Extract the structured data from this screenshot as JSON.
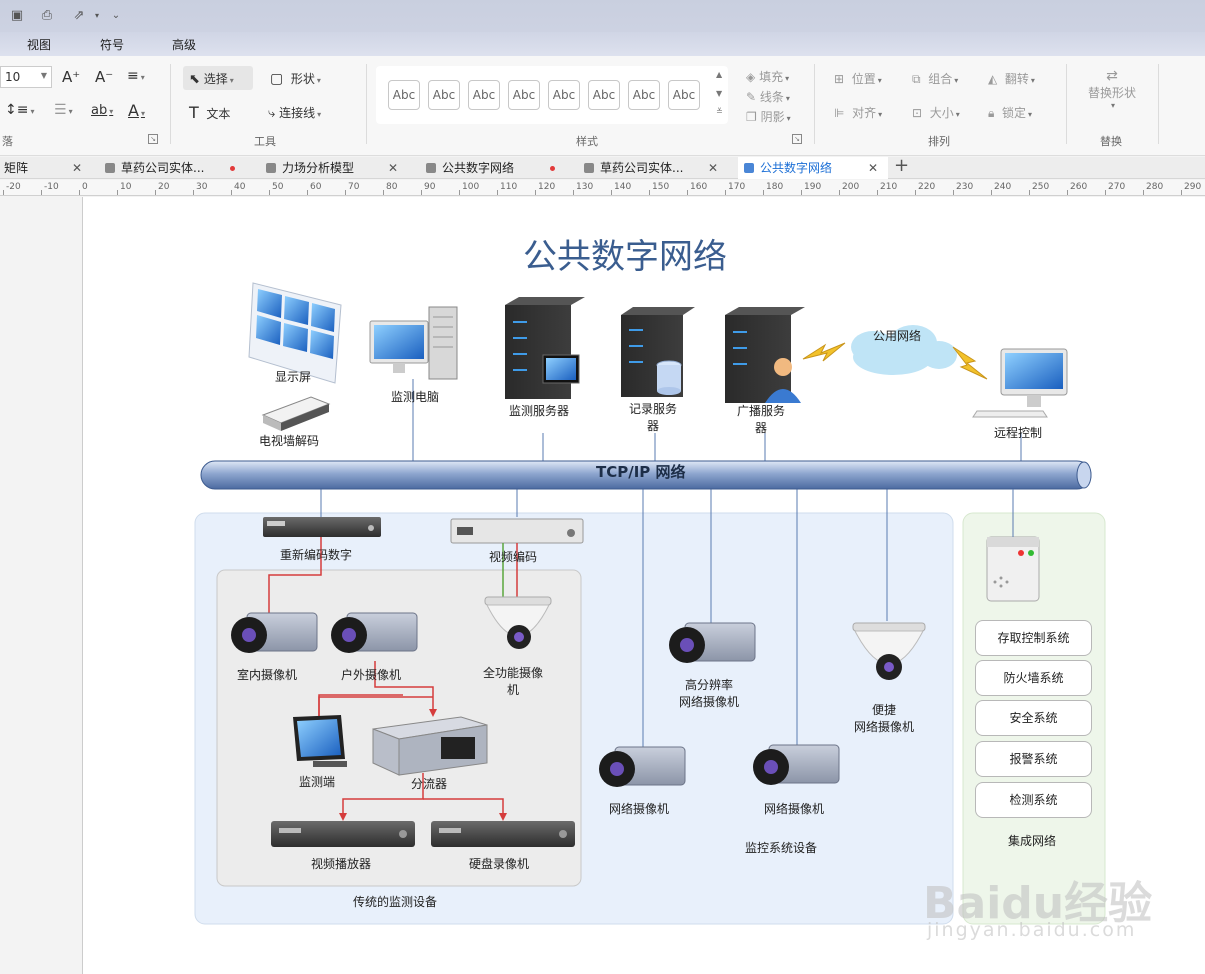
{
  "menu": {
    "tabs": [
      "视图",
      "符号",
      "高级"
    ]
  },
  "ribbon": {
    "font_size": "10",
    "select_label": "选择",
    "text_label": "文本",
    "shape_label": "形状",
    "connector_label": "连接线",
    "tools_group": "工具",
    "styles_group": "样式",
    "paragraph_group": "落",
    "arrange_group": "排列",
    "replace_group": "替换",
    "style_samples": [
      "Abc",
      "Abc",
      "Abc",
      "Abc",
      "Abc",
      "Abc",
      "Abc",
      "Abc"
    ],
    "fill": "填充",
    "line": "线条",
    "shadow": "阴影",
    "position": "位置",
    "align": "对齐",
    "group": "组合",
    "size": "大小",
    "flip": "翻转",
    "lock": "锁定",
    "replace_shape": "替换形状"
  },
  "doc_tabs": [
    {
      "label": "矩阵"
    },
    {
      "label": "草药公司实体..."
    },
    {
      "label": "力场分析模型"
    },
    {
      "label": "公共数字网络"
    },
    {
      "label": "草药公司实体..."
    },
    {
      "label": "公共数字网络"
    }
  ],
  "ruler": [
    "-20",
    "-10",
    "0",
    "10",
    "20",
    "30",
    "40",
    "50",
    "60",
    "70",
    "80",
    "90",
    "100",
    "110",
    "120",
    "130",
    "140",
    "150",
    "160",
    "170",
    "180",
    "190",
    "200",
    "210",
    "220",
    "230",
    "240",
    "250",
    "260",
    "270",
    "280",
    "290"
  ],
  "diagram": {
    "title": "公共数字网络",
    "backbone": "TCP/IP 网络",
    "cloud": "公用网络",
    "top_nodes": {
      "display": "显示屏",
      "tv_decoder": "电视墙解码",
      "monitor_pc": "监测电脑",
      "monitor_server": "监测服务器",
      "record_server": "记录服务\n器",
      "broadcast_server": "广播服务\n器",
      "remote": "远程控制"
    },
    "traditional": {
      "recode": "重新编码数字",
      "video_encode": "视频编码",
      "indoor_cam": "室内摄像机",
      "outdoor_cam": "户外摄像机",
      "ptz_cam": "全功能摄像\n机",
      "monitor_end": "监测端",
      "splitter": "分流器",
      "player": "视频播放器",
      "dvr": "硬盘录像机",
      "group_label": "传统的监测设备"
    },
    "surveillance": {
      "hd_cam": "高分辨率\n网络摄像机",
      "portable_cam": "便捷\n网络摄像机",
      "net_cam1": "网络摄像机",
      "net_cam2": "网络摄像机",
      "group_label": "监控系统设备"
    },
    "integration": {
      "systems": [
        "存取控制系统",
        "防火墙系统",
        "安全系统",
        "报警系统",
        "检测系统"
      ],
      "group_label": "集成网络"
    }
  },
  "watermark": {
    "main": "Baidu经验",
    "sub": "jingyan.baidu.com"
  }
}
